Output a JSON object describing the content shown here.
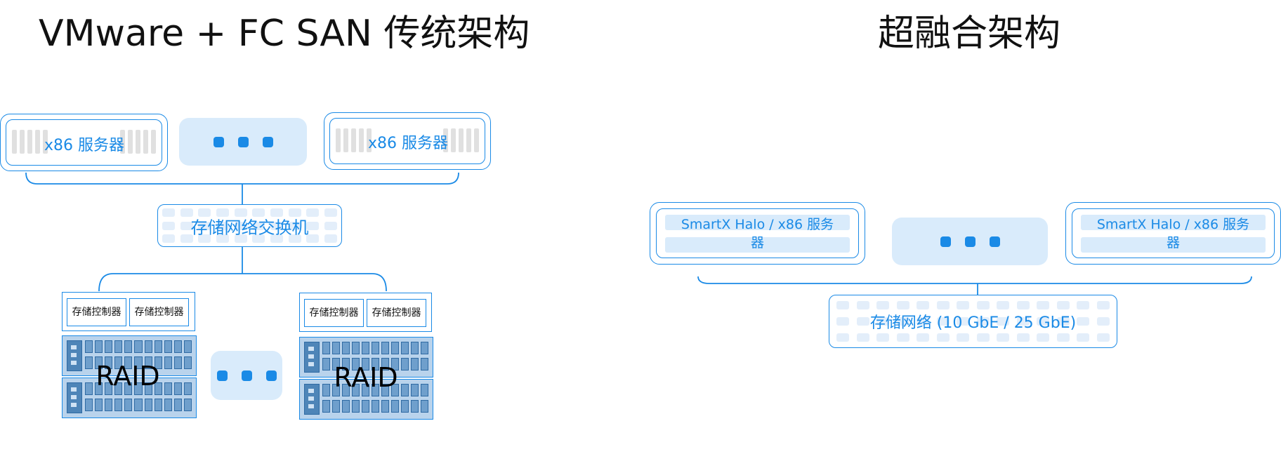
{
  "titles": {
    "left": "VMware + FC SAN 传统架构",
    "right": "超融合架构"
  },
  "left": {
    "server_label": "x86 服务器",
    "switch_label": "存储网络交换机",
    "controller_label": "存储控制器",
    "raid_label": "RAID"
  },
  "right": {
    "node_label": "SmartX Halo / x86 服务器",
    "network_label": "存储网络 (10 GbE / 25 GbE)"
  },
  "colors": {
    "accent": "#1a8ae6",
    "light_fill": "#d9ebfb",
    "shelf_fill": "#b9d3ec"
  },
  "icons": {
    "ellipsis": "more-dots-icon",
    "server_grille": "server-vent-icon",
    "drive": "disk-drive-icon"
  }
}
